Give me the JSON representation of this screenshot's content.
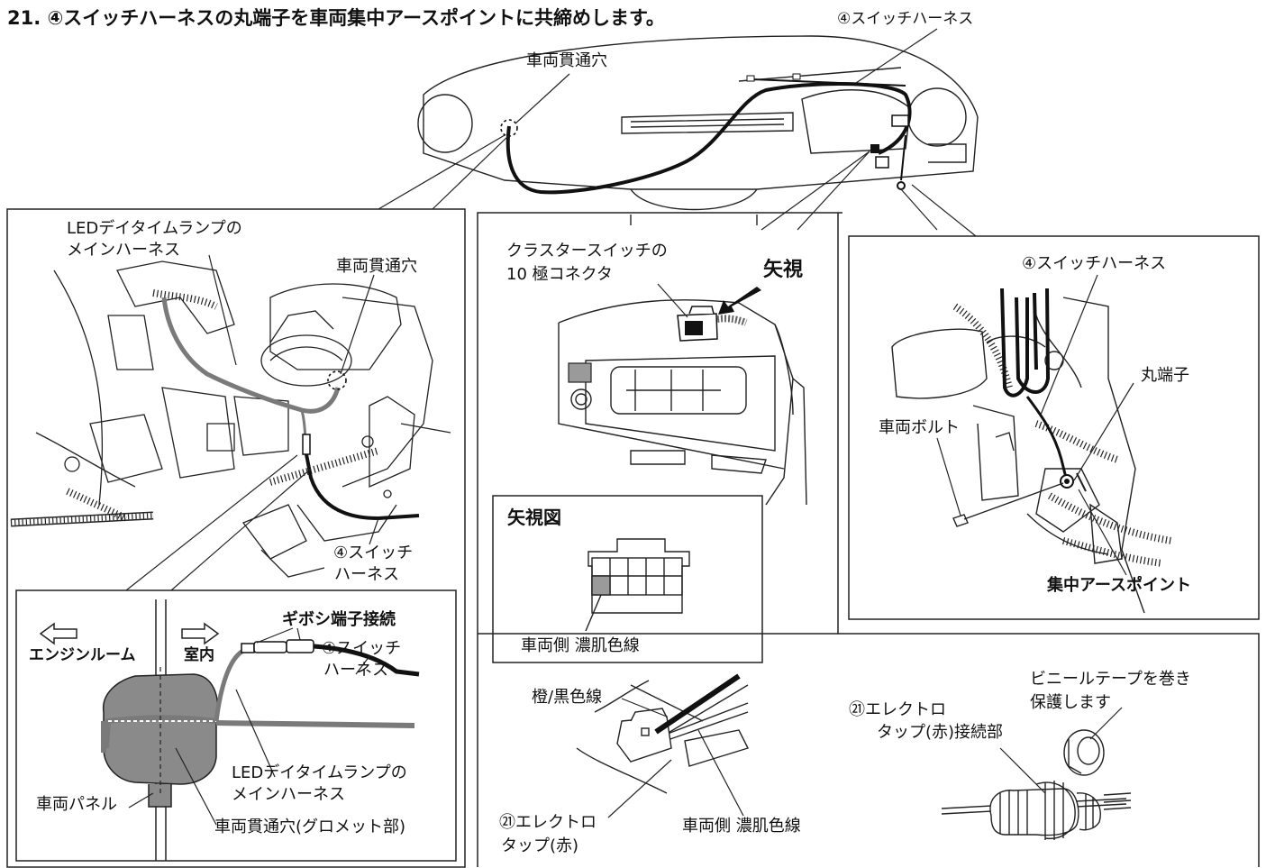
{
  "step_title": "21. ④スイッチハーネスの丸端子を車両集中アースポイントに共締めします。",
  "overview": {
    "label_harness": "④スイッチハーネス",
    "label_hole": "車両貫通穴"
  },
  "left_panel": {
    "led_main_harness_1": "LEDデイタイムランプの",
    "led_main_harness_2": "メインハーネス",
    "hole": "車両貫通穴",
    "switch_harness_1": "④スイッチ",
    "switch_harness_2": "ハーネス"
  },
  "inset": {
    "engine_room": "エンジンルーム",
    "interior": "室内",
    "gibosi": "ギボシ端子接続",
    "switch_harness_1": "④スイッチ",
    "switch_harness_2": "ハーネス",
    "led_1": "LEDデイタイムランプの",
    "led_2": "メインハーネス",
    "panel": "車両パネル",
    "grommet": "車両貫通穴(グロメット部)"
  },
  "middle_panel": {
    "connector_1": "クラスタースイッチの",
    "connector_2": "10 極コネクタ",
    "arrow_view": "矢視",
    "view_title": "矢視図",
    "vehicle_wire": "車両側 濃肌色線"
  },
  "tap_panel": {
    "orange_black": "橙/黒色線",
    "tap_1": "㉑エレクトロ",
    "tap_2": "タップ(赤)",
    "vehicle_wire": "車両側 濃肌色線",
    "vinyl_1": "ビニールテープを巻き",
    "vinyl_2": "保護します",
    "tap_joint_1": "㉑エレクトロ",
    "tap_joint_2": "タップ(赤)接続部"
  },
  "right_panel": {
    "switch_harness": "④スイッチハーネス",
    "round_terminal": "丸端子",
    "vehicle_bolt": "車両ボルト",
    "ground_point": "集中アースポイント"
  },
  "colors": {
    "line": "#222222",
    "wire_black": "#111111",
    "wire_gray": "#7a7a7a",
    "grommet": "#8a8a8a",
    "connector_fill": "#9a9a9a"
  }
}
